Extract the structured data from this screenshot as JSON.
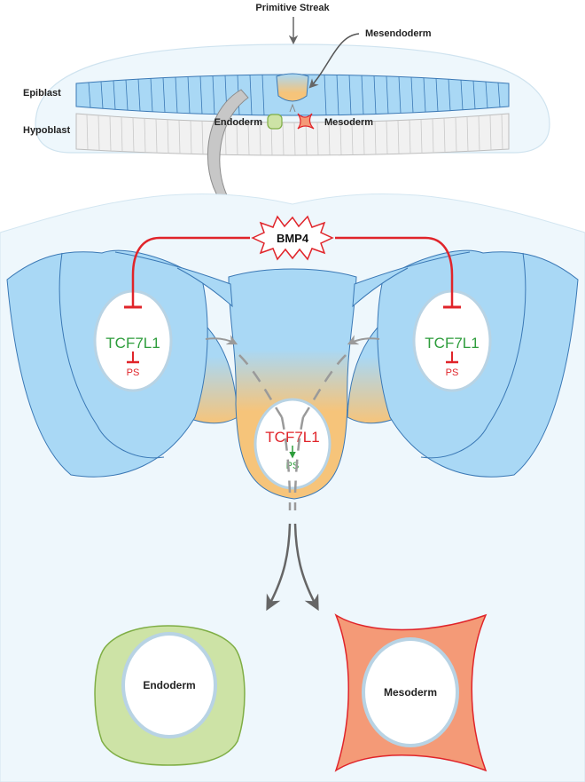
{
  "labels": {
    "primitive_streak": "Primitive Streak",
    "mesendoderm": "Mesendoderm",
    "epiblast": "Epiblast",
    "hypoblast": "Hypoblast",
    "endoderm_top": "Endoderm",
    "mesoderm_top": "Mesoderm",
    "bmp4": "BMP4",
    "tcf_left": "TCF7L1",
    "ps_left": "PS",
    "tcf_right": "TCF7L1",
    "ps_right": "PS",
    "tcf_center": "TCF7L1",
    "ps_center": "PS",
    "endoderm_bottom": "Endoderm",
    "mesoderm_bottom": "Mesoderm"
  },
  "colors": {
    "epiblast_fill": "#a9d8f5",
    "epiblast_stroke": "#3a78b5",
    "hypoblast_fill": "#f1f1f1",
    "hypoblast_stroke": "#bdbdbd",
    "endoderm_fill": "#cde3a6",
    "endoderm_stroke": "#7fae45",
    "mesoderm_fill": "#f49a77",
    "mesoderm_stroke": "#e0242a",
    "mesendoderm_orange": "#f6c47a",
    "inhibition_red": "#e0242a",
    "activation_green": "#2e9d3c",
    "nucleus_ring": "#b8d3e4",
    "arrow_gray": "#666666",
    "background_tissue": "#eef7fc"
  }
}
